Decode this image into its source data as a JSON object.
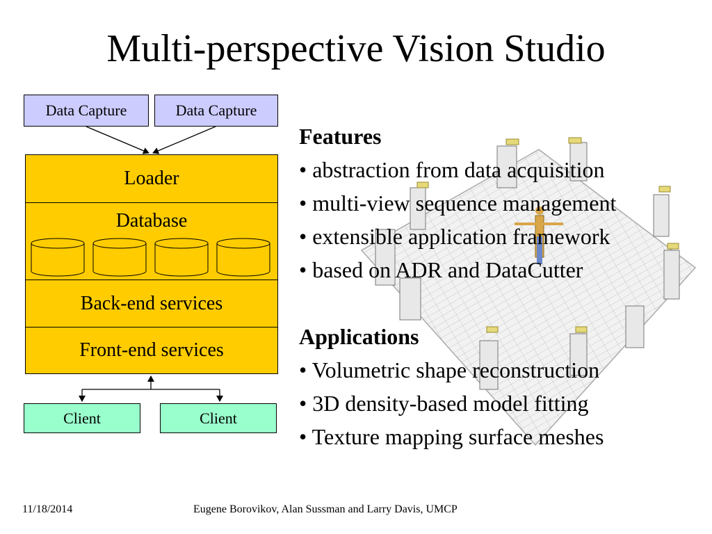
{
  "title": "Multi-perspective Vision Studio",
  "diagram": {
    "data_capture": [
      "Data Capture",
      "Data Capture"
    ],
    "layers": {
      "loader": "Loader",
      "database": "Database",
      "back_end": "Back-end services",
      "front_end": "Front-end services"
    },
    "clients": [
      "Client",
      "Client"
    ],
    "colors": {
      "capture_fill": "#ccccff",
      "layer_fill": "#ffcc00",
      "client_fill": "#99ffcc"
    }
  },
  "features": {
    "heading": "Features",
    "items": [
      "• abstraction from data acquisition",
      "• multi-view sequence management",
      "• extensible application framework",
      "• based on ADR and DataCutter"
    ]
  },
  "applications": {
    "heading": "Applications",
    "items": [
      "• Volumetric shape reconstruction",
      "• 3D density-based model fitting",
      "• Texture mapping surface meshes"
    ]
  },
  "footer": {
    "date": "11/18/2014",
    "authors": "Eugene Borovikov, Alan Sussman and Larry Davis, UMCP"
  }
}
